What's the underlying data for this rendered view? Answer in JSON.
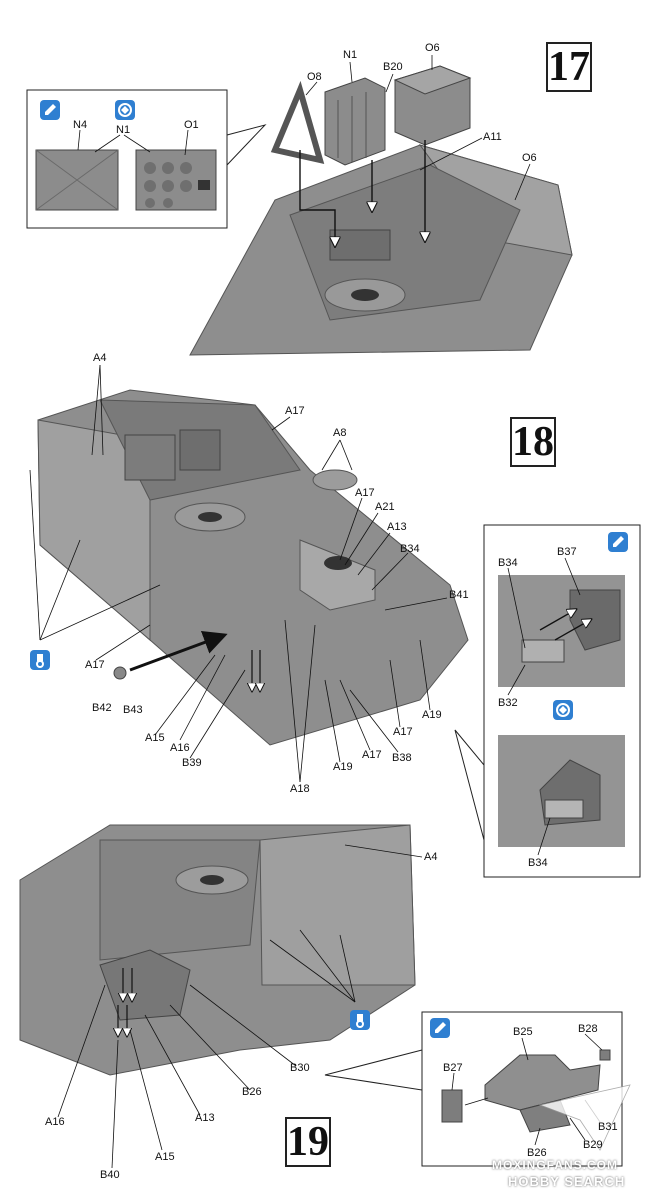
{
  "steps": {
    "s17": "17",
    "s18": "18",
    "s19": "19"
  },
  "labels": {
    "N1_top": "N1",
    "B20": "B20",
    "O6_top": "O6",
    "O8": "O8",
    "A11": "A11",
    "O6_right": "O6",
    "N4": "N4",
    "N1_inset": "N1",
    "O1": "O1",
    "A4_18": "A4",
    "A17_a": "A17",
    "A8": "A8",
    "A17_b": "A17",
    "A21": "A21",
    "A13_18": "A13",
    "B34_18": "B34",
    "B41": "B41",
    "A17_left": "A17",
    "B42": "B42",
    "B43": "B43",
    "A15_18": "A15",
    "A16_18": "A16",
    "B39": "B39",
    "A18": "A18",
    "A19_a": "A19",
    "A17_c": "A17",
    "B38": "B38",
    "A17_d": "A17",
    "A19_b": "A19",
    "B34_in1": "B34",
    "B37": "B37",
    "B32": "B32",
    "B34_in2": "B34",
    "A4_19": "A4",
    "B30": "B30",
    "B26_19": "B26",
    "A13_19": "A13",
    "A16_19": "A16",
    "A15_19": "A15",
    "B40": "B40",
    "B25": "B25",
    "B28": "B28",
    "B27": "B27",
    "B31": "B31",
    "B29": "B29",
    "B26_in": "B26"
  },
  "watermark": {
    "line1": "MOXINGFANS.COM",
    "line2": "HOBBY SEARCH"
  },
  "colors": {
    "model_gray": "#8c8c8c",
    "icon_blue": "#2f7fd1",
    "line": "#222222"
  }
}
